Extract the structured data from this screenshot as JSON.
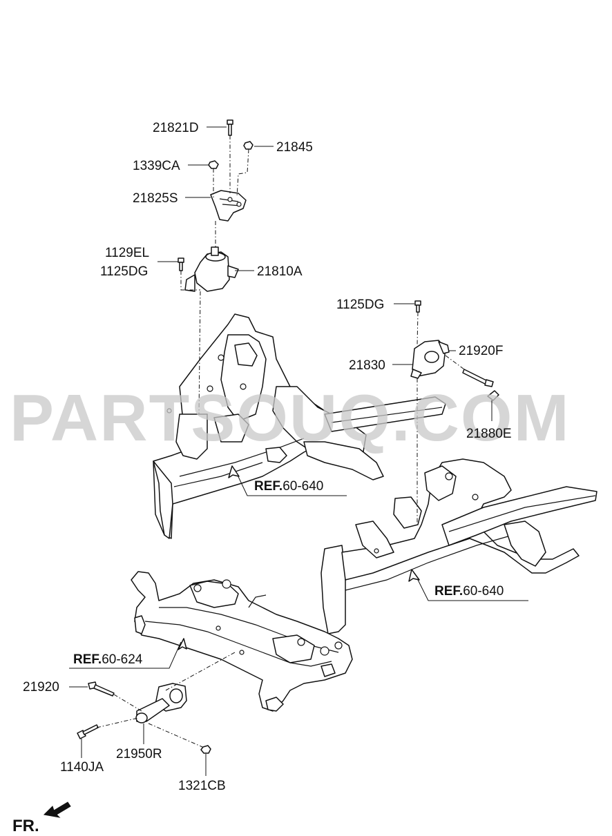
{
  "watermark": "PARTSOUQ.COM",
  "labels": {
    "p21821D": "21821D",
    "p21845": "21845",
    "p1339CA": "1339CA",
    "p21825S": "21825S",
    "p1129EL": "1129EL",
    "p1125DG_left": "1125DG",
    "p21810A": "21810A",
    "p1125DG_right": "1125DG",
    "p21830": "21830",
    "p21920F": "21920F",
    "p21880E": "21880E",
    "p21920": "21920",
    "p1140JA": "1140JA",
    "p21950R": "21950R",
    "p1321CB": "1321CB"
  },
  "refs": {
    "ref1_bold": "REF.",
    "ref1_num": "60-640",
    "ref2_bold": "REF.",
    "ref2_num": "60-640",
    "ref3_bold": "REF.",
    "ref3_num": "60-624"
  },
  "direction": {
    "label": "FR."
  }
}
